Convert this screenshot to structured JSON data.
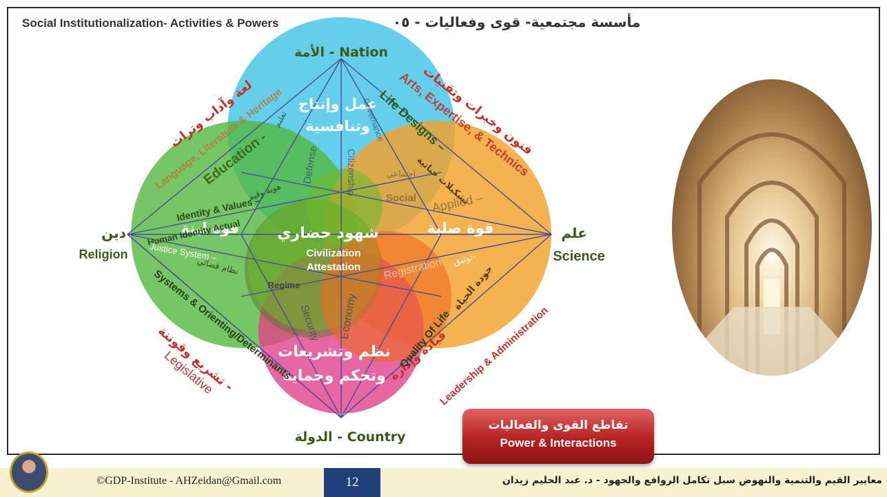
{
  "title_en": "Social Institutionalization- Activities & Powers",
  "title_ar": "مأسسة مجتمعية- قوى وفعاليات - ٠٥",
  "poles": {
    "top": "الأمة - Nation",
    "bottom": "الدولة - Country",
    "left_ar": "دين",
    "left_en": "Religion",
    "right_ar": "علم",
    "right_en": "Science"
  },
  "circles": {
    "top_ar1": "عمل وإنتاج",
    "top_ar2": "وتنافسية",
    "left_ar": "قوة لينة",
    "right_ar": "قوة صلبة",
    "bottom_ar1": "نظم وتشريعات",
    "bottom_ar2": "وتحكم وحماية",
    "center_ar": "شهود حضاري",
    "center_en1": "Civilization",
    "center_en2": "Attestation"
  },
  "outer_labels": {
    "top_left_ar": "لغة وآداب وتراث",
    "top_left_en": "Language, Literature & Heritage",
    "top_right_ar": "فنون وخبرات وتقنيات",
    "top_right_en": "Arts, Expertise, & Technics",
    "bottom_left_ar": "تشريع وقوننة -",
    "bottom_left_en": "Legislative",
    "bottom_right_ar": "قيادة وإدارة",
    "bottom_right_en": "Leadership & Administration"
  },
  "inner_labels": {
    "education": "Education -",
    "life_designs": "Life Designs –",
    "shakilat": "تشكيلات حياتية",
    "identity": "Identity & Values –",
    "human": "Human Identity Actual",
    "justice": "Justice System –",
    "justice_ar": "نظام قضائي",
    "systems": "Systems & Orienting/Determinants",
    "regime": "Regime",
    "security": "Security",
    "economy": "Economy",
    "social": "Social",
    "social_ar": "اجتماعي",
    "applied": "Applied –",
    "registration": "Registration",
    "tawthiq": "توثيق-",
    "quality": "Quality Of Life",
    "quality_ar": "جودة الحياة",
    "defense": "Defense",
    "citizenship": "Citizenship",
    "governance": "Governance",
    "ta3lim": "تعليم",
    "hawiya": "هوية وقيم"
  },
  "button": {
    "line1": "تقاطع القوى والفعاليات",
    "line2": "Power & Interactions"
  },
  "footer": {
    "email": "©GDP-Institute - AHZeidan@Gmail.com",
    "page": "12",
    "arabic": "معايير القيم والتنمية والنهوض سبل تكامل الروافع والجهود - د. عبد الحليم زيدان"
  },
  "colors": {
    "top_circle": "#3ec3e6",
    "left_circle": "#55b83f",
    "right_circle": "#f3a12a",
    "bottom_circle": "#e0418a",
    "center_circle": "#6fb82b",
    "outer_label": "#c2332e",
    "pole_label": "#3d5a1e"
  }
}
